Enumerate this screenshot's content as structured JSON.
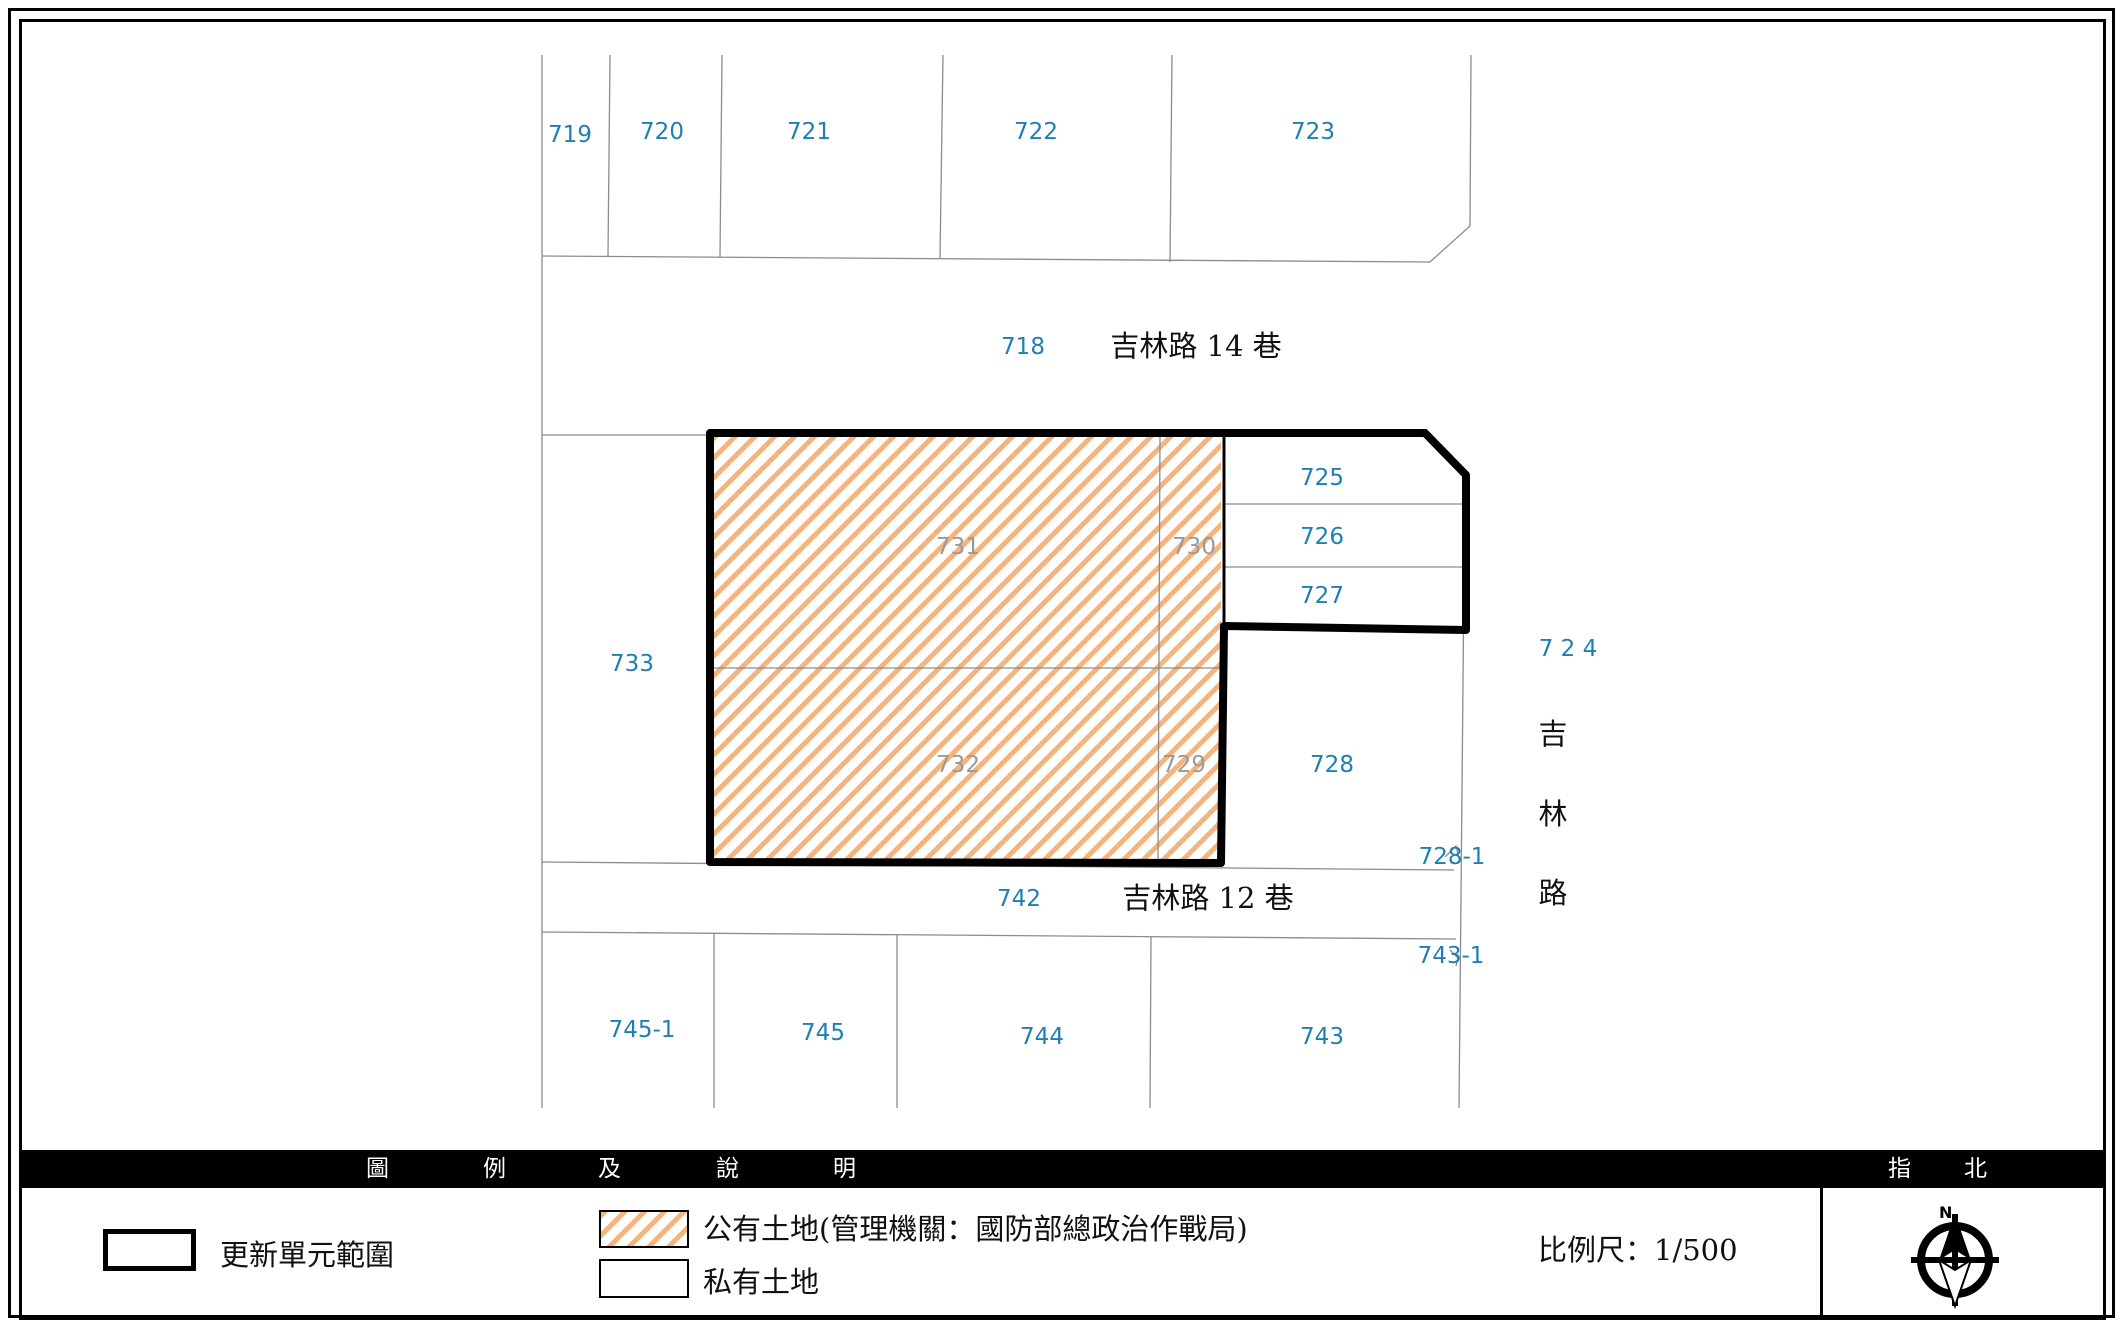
{
  "parcels": {
    "p719": "719",
    "p720": "720",
    "p721": "721",
    "p722": "722",
    "p723": "723",
    "p718": "718",
    "p725": "725",
    "p726": "726",
    "p727": "727",
    "p724": "7 2 4",
    "p731": "731",
    "p730": "730",
    "p732": "732",
    "p729": "729",
    "p733": "733",
    "p728": "728",
    "p728_1": "728-1",
    "p742": "742",
    "p743_1": "743-1",
    "p745_1": "745-1",
    "p745": "745",
    "p744": "744",
    "p743": "743"
  },
  "roads": {
    "lane14": "吉林路 14 巷",
    "lane12": "吉林路 12 巷",
    "jilin": [
      "吉",
      "林",
      "路"
    ]
  },
  "legend": {
    "header": [
      "圖",
      "例",
      "及",
      "說",
      "明"
    ],
    "north_header": [
      "指",
      "北"
    ],
    "renewal_boundary": "更新單元範圍",
    "public_land": "公有土地(管理機關：國防部總政治作戰局)",
    "private_land": "私有土地",
    "scale": "比例尺：1/500",
    "north_icon": "north-arrow-icon",
    "north_letter": "N"
  },
  "colors": {
    "parcel_label": "#1f7fb0",
    "hatch": "#f3b47e",
    "boundary": "#000000"
  }
}
